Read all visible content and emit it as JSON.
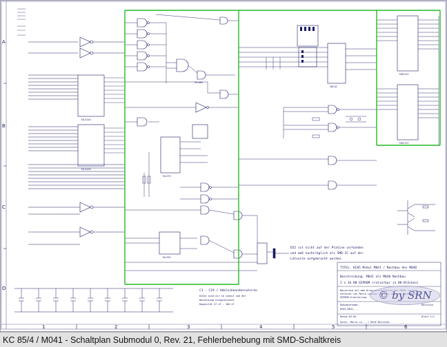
{
  "caption": "KC 85/4 / M041 - Schaltplan Submodul 0, Rev. 21, Fehlerbehebung mit SMD-Schaltkreis",
  "logo_text": "© by SRN",
  "colors": {
    "wire": "#1a1a66",
    "net_green": "#22bb22",
    "border": "#9a9ab0"
  },
  "grid": {
    "rows": [
      "A",
      "B",
      "C",
      "D"
    ],
    "cols": [
      "1",
      "2",
      "3",
      "4",
      "5",
      "6"
    ]
  },
  "chips": {
    "ic_mid": "74LS00",
    "ic_latch": "74LS75",
    "ic_mux": "74LS32",
    "u_eeprom": "28C16",
    "u_mux": "74HC157",
    "u_mux2": "74HC157",
    "u_left_a": "74LS244",
    "u_left_b": "74LS245"
  },
  "notes": {
    "smd": [
      "D22 ist nicht auf der Platine vorhanden",
      "und muß nachträglich als SMD-IC auf der",
      "Lötseite aufgebracht werden."
    ],
    "caps": [
      "C1 - C19 / Abblockkondensatoren",
      "Diese sind nur im Layout und der",
      "Bestückung eingezeichnet.",
      "Kapazität 47 nF - 100 nF"
    ]
  },
  "titleblock": {
    "title": "TITEL: KC85 Modul M041 / Nachbau des M040",
    "desc_label": "Beschreibung: M041 als M040 Nachbau",
    "desc": "2 x 16 KB EEPROM (rotierbar in 8K-Blöcken)",
    "basis": [
      "Basierend auf dem Originalschaltplan des M040, nachge-",
      "zeichnet von Mario Leubner und der von ihm entwickelten",
      "EEPROM-Erweiterung."
    ],
    "doc_label": "Dokumentname:",
    "doc": "KC85_M041_...",
    "date": "Datum 03.04.",
    "author": "Autor: Mario Le... / René Nitzsche",
    "rev": "Revision",
    "sheet": "Blatt 1/1"
  }
}
